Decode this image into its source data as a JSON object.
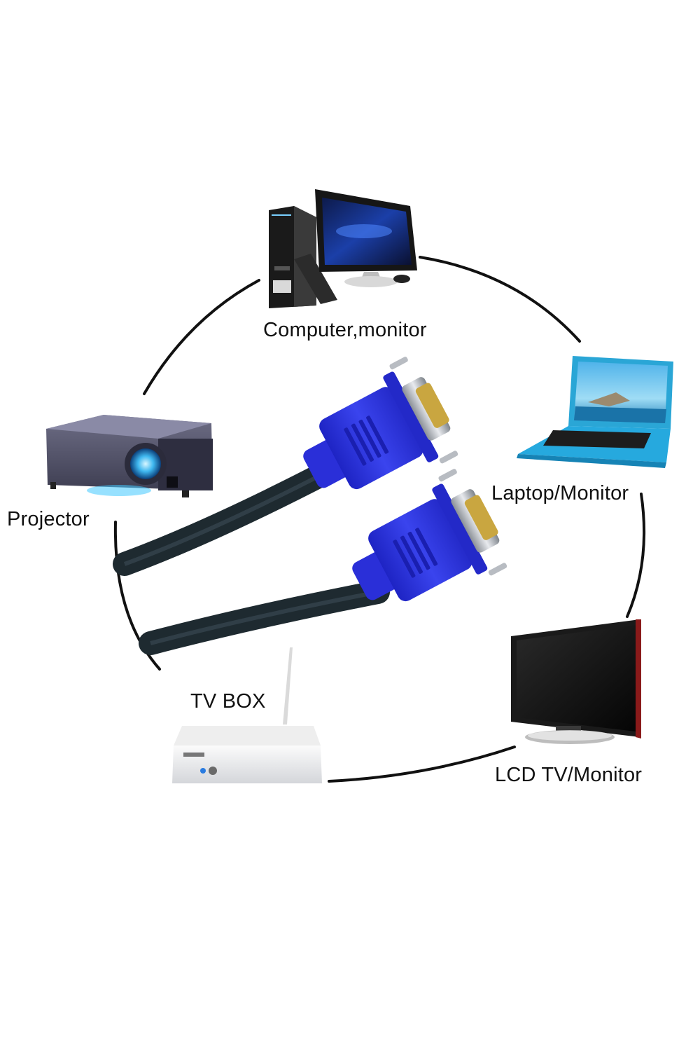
{
  "devices": {
    "computer": "Computer,monitor",
    "laptop": "Laptop/Monitor",
    "projector": "Projector",
    "tv_box": "TV BOX",
    "lcd_tv": "LCD TV/Monitor"
  },
  "connectors": {
    "count": 2,
    "type": "VGA male 15-pin",
    "housing_color": "#2a2fd8",
    "cable_color": "#1e2a30",
    "pin_color": "#c9a640"
  },
  "colors": {
    "ring": "#111111",
    "background": "#ffffff"
  },
  "icons": [
    "desktop-computer-icon",
    "laptop-icon",
    "projector-icon",
    "tv-box-icon",
    "lcd-tv-icon",
    "vga-connector-icon"
  ]
}
